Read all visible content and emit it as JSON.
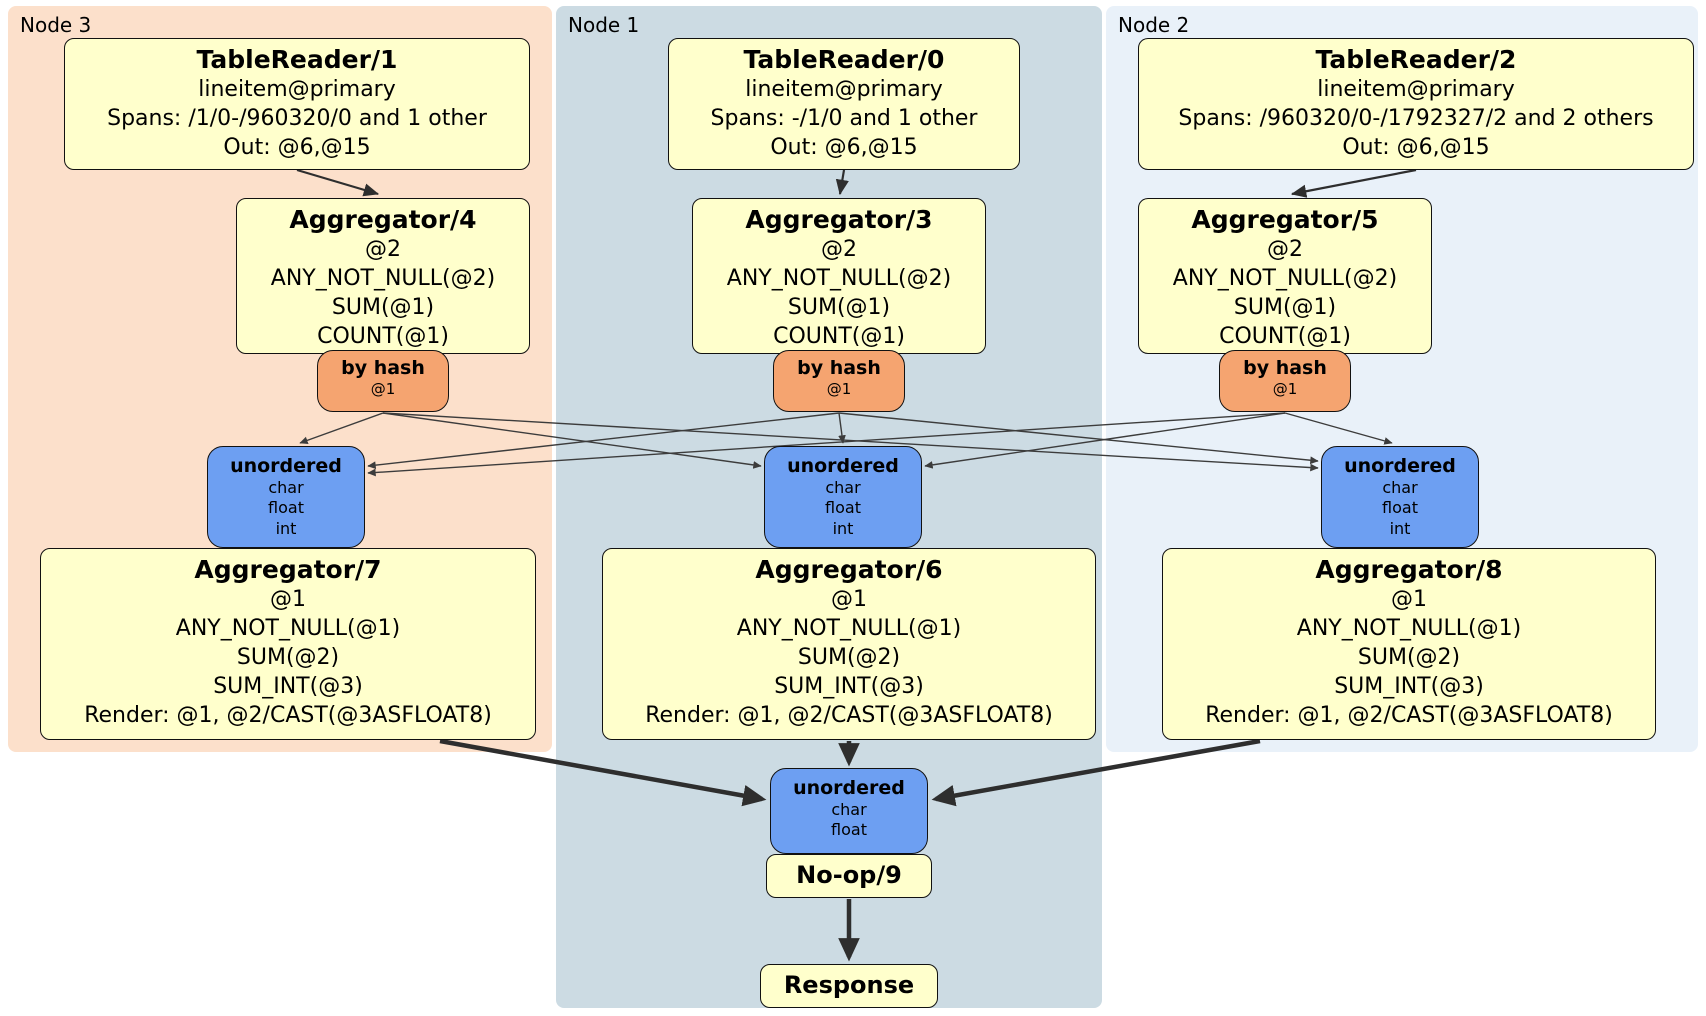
{
  "node_groups": [
    {
      "label": "Node 3"
    },
    {
      "label": "Node 1"
    },
    {
      "label": "Node 2"
    }
  ],
  "tablereaders": [
    {
      "title": "TableReader/1",
      "index": "lineitem@primary",
      "spans": "Spans: /1/0-/960320/0 and 1 other",
      "out": "Out: @6,@15"
    },
    {
      "title": "TableReader/0",
      "index": "lineitem@primary",
      "spans": "Spans: -/1/0 and 1 other",
      "out": "Out: @6,@15"
    },
    {
      "title": "TableReader/2",
      "index": "lineitem@primary",
      "spans": "Spans: /960320/0-/1792327/2 and 2 others",
      "out": "Out: @6,@15"
    }
  ],
  "stage1_aggregators": [
    {
      "title": "Aggregator/4",
      "group_col": "@2",
      "exprs": [
        "ANY_NOT_NULL(@2)",
        "SUM(@1)",
        "COUNT(@1)"
      ]
    },
    {
      "title": "Aggregator/3",
      "group_col": "@2",
      "exprs": [
        "ANY_NOT_NULL(@2)",
        "SUM(@1)",
        "COUNT(@1)"
      ]
    },
    {
      "title": "Aggregator/5",
      "group_col": "@2",
      "exprs": [
        "ANY_NOT_NULL(@2)",
        "SUM(@1)",
        "COUNT(@1)"
      ]
    }
  ],
  "hash_routers": [
    {
      "title": "by hash",
      "key": "@1"
    },
    {
      "title": "by hash",
      "key": "@1"
    },
    {
      "title": "by hash",
      "key": "@1"
    }
  ],
  "unordered_syncs": [
    {
      "title": "unordered",
      "columns": [
        "char",
        "float",
        "int"
      ]
    },
    {
      "title": "unordered",
      "columns": [
        "char",
        "float",
        "int"
      ]
    },
    {
      "title": "unordered",
      "columns": [
        "char",
        "float",
        "int"
      ]
    }
  ],
  "stage2_aggregators": [
    {
      "title": "Aggregator/7",
      "group_col": "@1",
      "exprs": [
        "ANY_NOT_NULL(@1)",
        "SUM(@2)",
        "SUM_INT(@3)"
      ],
      "render": "Render: @1, @2/CAST(@3ASFLOAT8)"
    },
    {
      "title": "Aggregator/6",
      "group_col": "@1",
      "exprs": [
        "ANY_NOT_NULL(@1)",
        "SUM(@2)",
        "SUM_INT(@3)"
      ],
      "render": "Render: @1, @2/CAST(@3ASFLOAT8)"
    },
    {
      "title": "Aggregator/8",
      "group_col": "@1",
      "exprs": [
        "ANY_NOT_NULL(@1)",
        "SUM(@2)",
        "SUM_INT(@3)"
      ],
      "render": "Render: @1, @2/CAST(@3ASFLOAT8)"
    }
  ],
  "final_sync": {
    "title": "unordered",
    "columns": [
      "char",
      "float"
    ]
  },
  "noop": {
    "title": "No-op/9"
  },
  "response": {
    "title": "Response"
  },
  "colors": {
    "processor_fill": "#ffffcc",
    "router_fill": "#f5a470",
    "sync_fill": "#6d9ff2",
    "node3_bg": "#fce0cb",
    "node1_bg": "#ccdbe3",
    "node2_bg": "#e9f1f9",
    "edge": "#333333"
  }
}
